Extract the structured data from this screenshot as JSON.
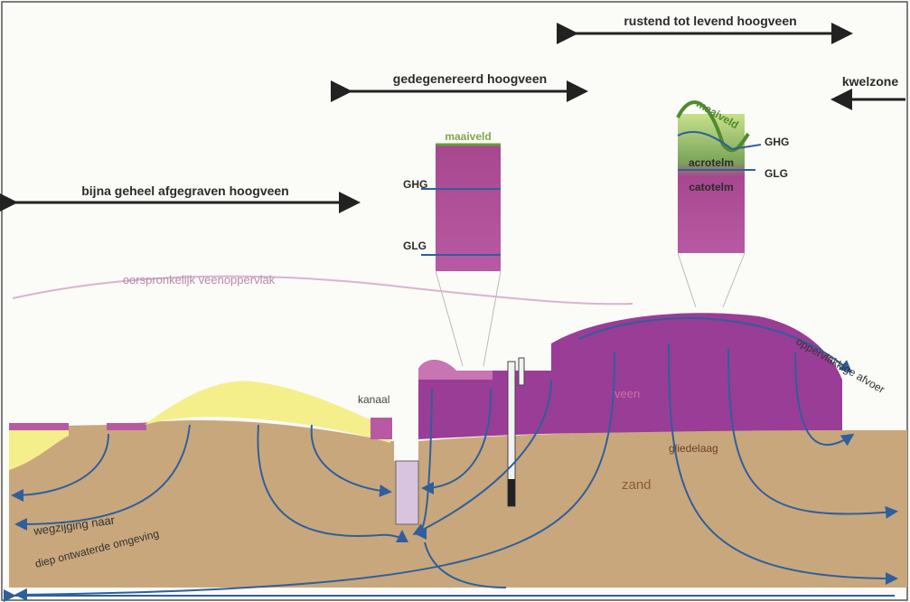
{
  "ranges": {
    "top": "rustend tot levend hoogveen",
    "middle": "gedegenereerd hoogveen",
    "right": "kwelzone",
    "left": "bijna geheel afgegraven hoogveen"
  },
  "column1": {
    "top": "maaiveld",
    "ghg": "GHG",
    "glg": "GLG"
  },
  "column2": {
    "top": "maaiveld",
    "ghg": "GHG",
    "glg": "GLG",
    "acrotelm": "acrotelm",
    "catotelm": "catotelm"
  },
  "section": {
    "original_surface": "oorspronkelijk veenoppervlak",
    "canal": "kanaal",
    "peat": "veen",
    "gliedelaag": "gliedelaag",
    "sand": "zand",
    "seepage_1": "wegzijging naar",
    "seepage_2": "diep ontwaterde omgeving",
    "runoff": "oppervlakkige afvoer"
  },
  "colors": {
    "peat": "#9a3d96",
    "sand": "#c9a77c",
    "yellow": "#f4ef8a",
    "water_arrow": "#2f5f9c",
    "column_fill": "#b44a9c"
  }
}
